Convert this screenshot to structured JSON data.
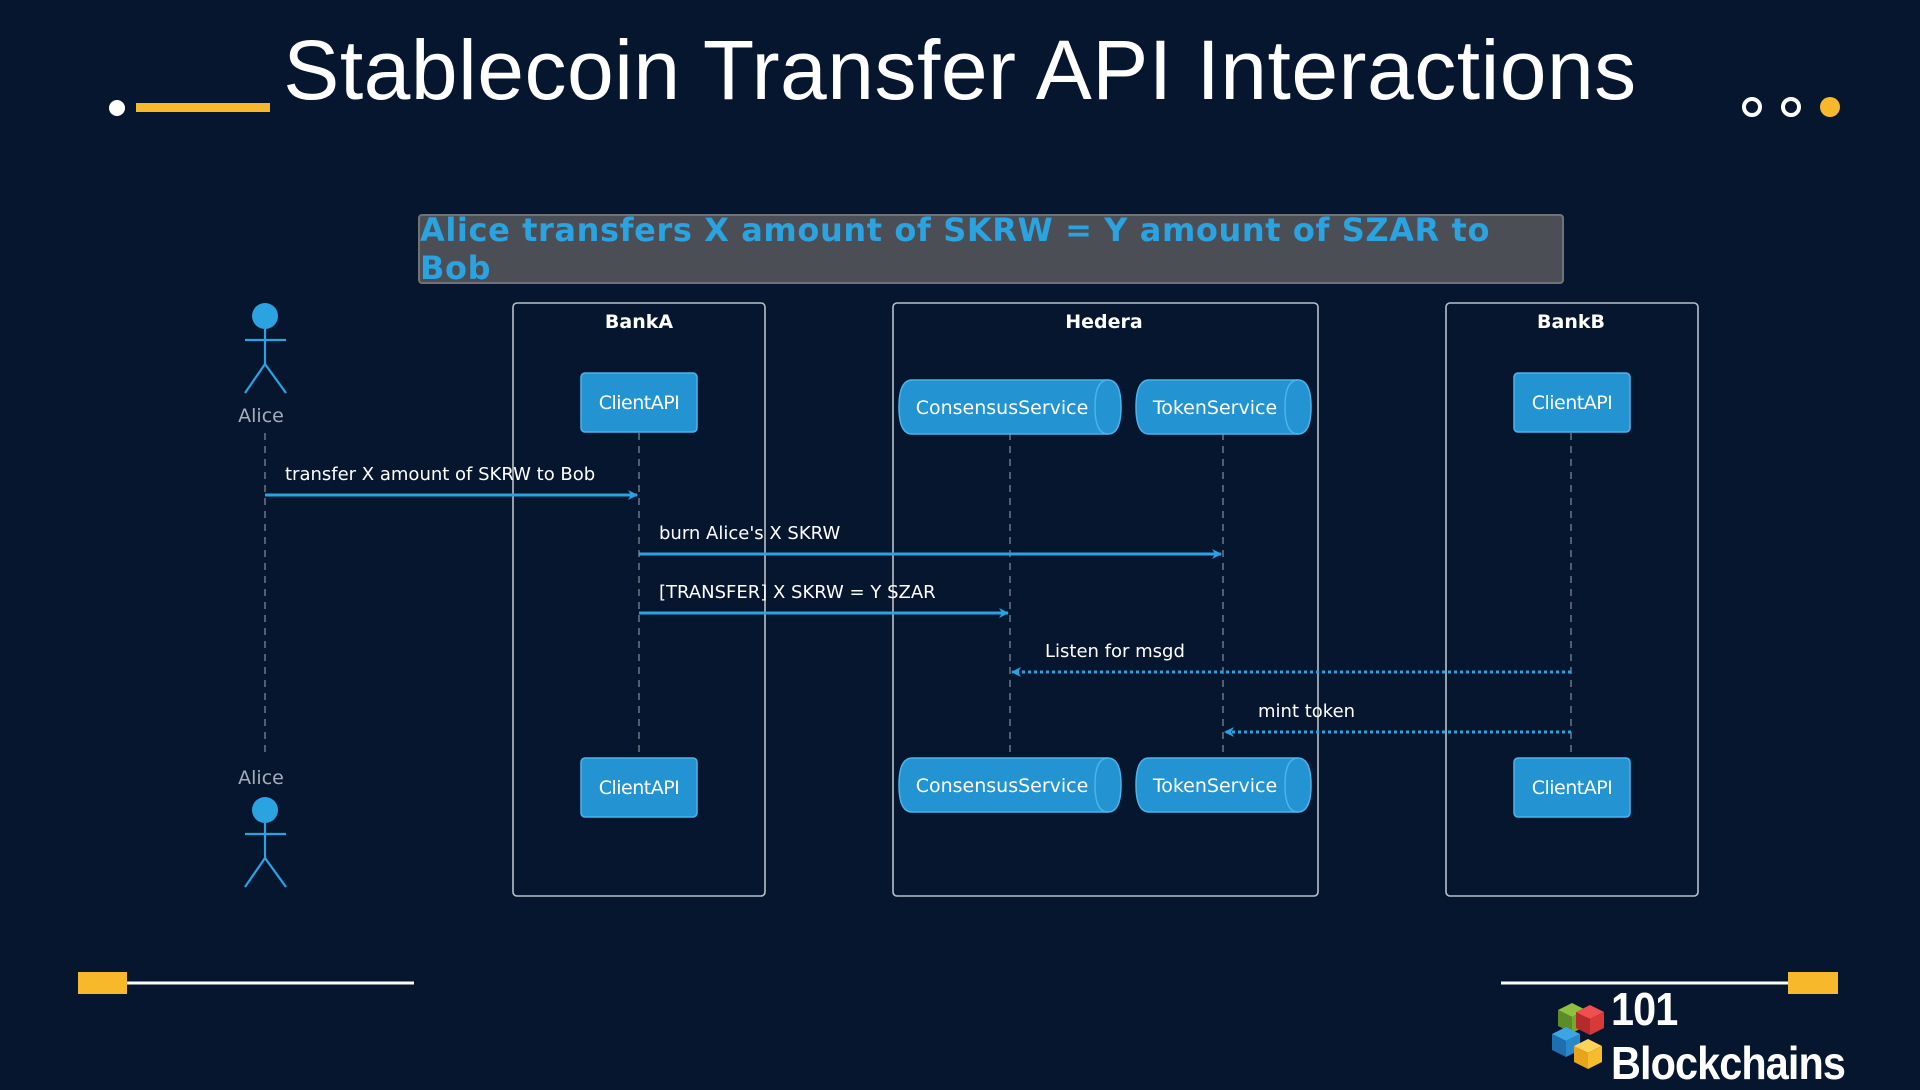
{
  "slide": {
    "title": "Stablecoin Transfer API Interactions"
  },
  "diagram": {
    "title": "Alice transfers X amount of SKRW = Y amount of SZAR to Bob",
    "actor": {
      "label_top": "Alice",
      "label_bottom": "Alice"
    },
    "groups": {
      "banka": "BankA",
      "hedera": "Hedera",
      "bankb": "BankB"
    },
    "participants": {
      "banka_client_top": "ClientAPI",
      "banka_client_bottom": "ClientAPI",
      "consensus_top": "ConsensusService",
      "consensus_bottom": "ConsensusService",
      "token_top": "TokenService",
      "token_bottom": "TokenService",
      "bankb_client_top": "ClientAPI",
      "bankb_client_bottom": "ClientAPI"
    },
    "messages": [
      {
        "label": "transfer X amount of SKRW to Bob",
        "style": "solid"
      },
      {
        "label": "burn Alice's X SKRW",
        "style": "solid"
      },
      {
        "label": "[TRANSFER] X SKRW = Y SZAR",
        "style": "solid"
      },
      {
        "label": "Listen for msgd",
        "style": "dotted"
      },
      {
        "label": "mint token",
        "style": "dotted"
      }
    ]
  },
  "branding": {
    "logo_text": "101 Blockchains"
  },
  "colors": {
    "background": "#07162f",
    "accent_yellow": "#f8b82b",
    "diagram_blue": "#2aa3e0",
    "participant_fill": "#2493d1",
    "group_border": "#b9c0c8"
  }
}
